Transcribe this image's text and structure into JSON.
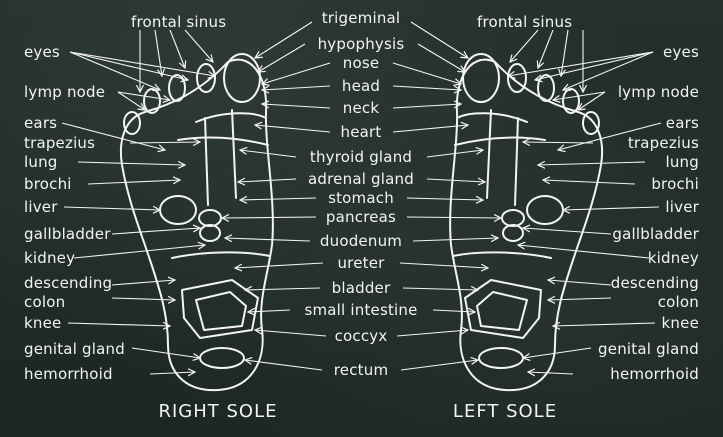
{
  "titles": {
    "right": "RIGHT SOLE",
    "left": "LEFT SOLE"
  },
  "center_labels": {
    "trigeminal": "trigeminal",
    "hypophysis": "hypophysis",
    "nose": "nose",
    "head": "head",
    "neck": "neck",
    "heart": "heart",
    "thyroid_gland": "thyroid gland",
    "adrenal_gland": "adrenal gland",
    "stomach": "stomach",
    "pancreas": "pancreas",
    "duodenum": "duodenum",
    "ureter": "ureter",
    "bladder": "bladder",
    "small_intestine": "small intestine",
    "coccyx": "coccyx",
    "rectum": "rectum"
  },
  "right_sole_labels": {
    "frontal_sinus": "frontal sinus",
    "eyes": "eyes",
    "lymp_node": "lymp node",
    "ears": "ears",
    "trapezius": "trapezius",
    "lung": "lung",
    "brochi": "brochi",
    "liver": "liver",
    "gallbladder": "gallbladder",
    "kidney": "kidney",
    "descending": "descending",
    "colon": "colon",
    "knee": "knee",
    "genital_gland": "genital gland",
    "hemorrhoid": "hemorrhoid"
  },
  "left_sole_labels": {
    "frontal_sinus": "frontal sinus",
    "eyes": "eyes",
    "lymp_node": "lymp node",
    "ears": "ears",
    "trapezius": "trapezius",
    "lung": "lung",
    "brochi": "brochi",
    "liver": "liver",
    "gallbladder": "gallbladder",
    "kidney": "kidney",
    "descending": "descending",
    "colon": "colon",
    "knee": "knee",
    "genital_gland": "genital gland",
    "hemorrhoid": "hemorrhoid"
  },
  "colors": {
    "chalkboard": "#1f2b29",
    "chalk": "#f4f4f0"
  }
}
